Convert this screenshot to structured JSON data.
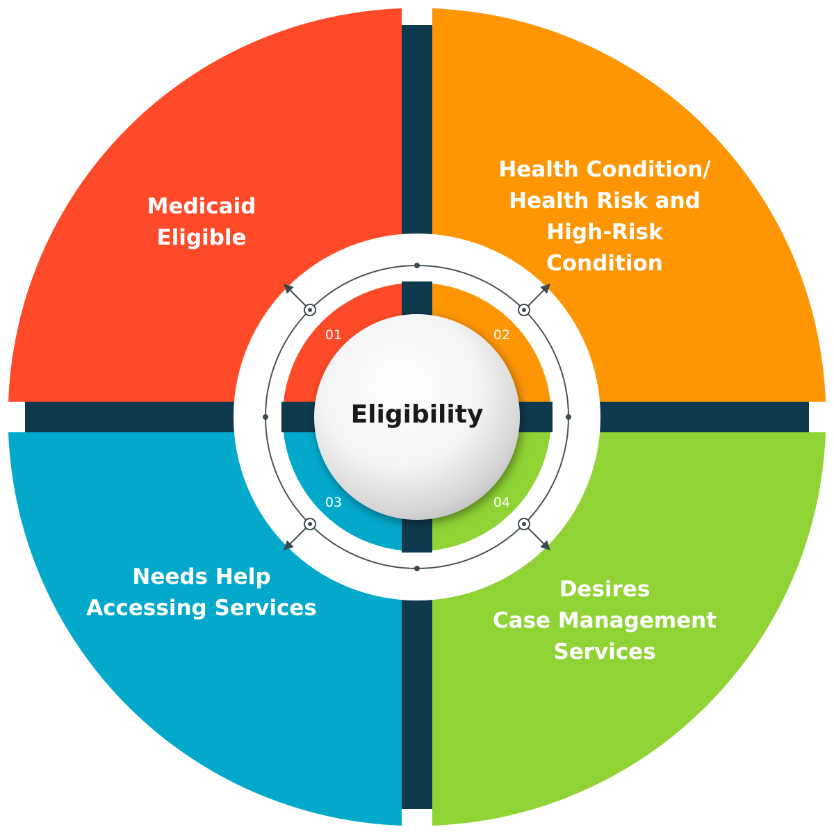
{
  "center": {
    "title": "Eligibility"
  },
  "colors": {
    "q1": "#fe4a28",
    "q2": "#fe9604",
    "q3": "#02a9cb",
    "q4": "#8fd334",
    "dark": "#0f3a4d"
  },
  "quadrants": [
    {
      "number": "01",
      "lines": [
        "Medicaid",
        "Eligible"
      ]
    },
    {
      "number": "02",
      "lines": [
        "Health Condition/",
        "Health Risk and",
        "High-Risk",
        "Condition"
      ]
    },
    {
      "number": "03",
      "lines": [
        "Needs Help",
        "Accessing Services"
      ]
    },
    {
      "number": "04",
      "lines": [
        "Desires",
        "Case Management",
        "Services"
      ]
    }
  ]
}
